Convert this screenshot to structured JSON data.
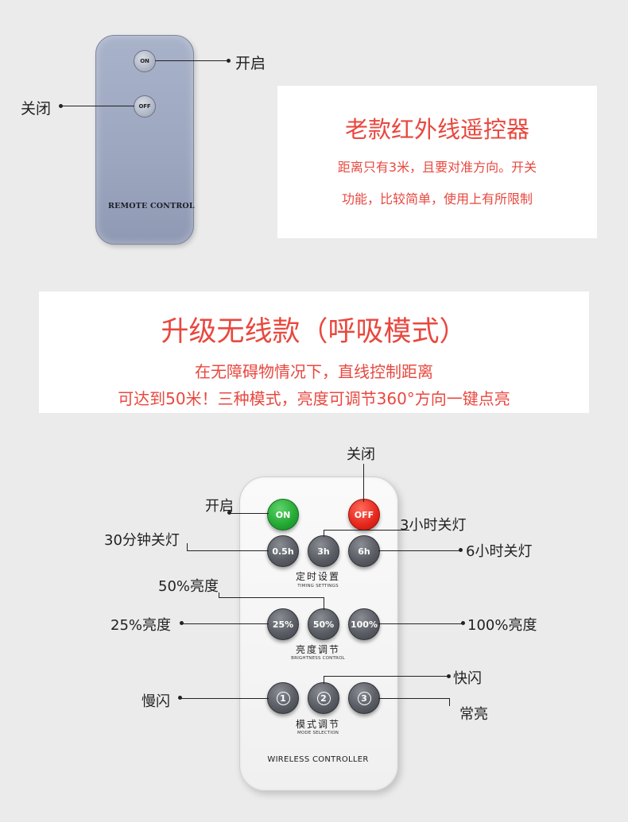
{
  "old_remote": {
    "on_button": "ON",
    "off_button": "OFF",
    "brand": "REMOTE CONTROL",
    "label_on": "开启",
    "label_off": "关闭",
    "color": "#9ca6bf"
  },
  "old_info": {
    "title": "老款红外线遥控器",
    "line1": "距离只有3米，且要对准方向。开关",
    "line2": "功能，比较简单，使用上有所限制"
  },
  "new_info": {
    "title": "升级无线款（呼吸模式）",
    "line1": "在无障碍物情况下，直线控制距离",
    "line2": "可达到50米！三种模式，亮度可调节360°方向一键点亮"
  },
  "new_remote": {
    "brand": "WIRELESS CONTROLLER",
    "on_button": "ON",
    "off_button": "OFF",
    "timer": {
      "buttons": [
        "0.5h",
        "3h",
        "6h"
      ],
      "title_cn": "定时设置",
      "title_en": "TIMING SETTINGS"
    },
    "brightness": {
      "buttons": [
        "25%",
        "50%",
        "100%"
      ],
      "title_cn": "亮度调节",
      "title_en": "BRIGHTNESS CONTROL"
    },
    "mode": {
      "buttons": [
        "1",
        "2",
        "3"
      ],
      "title_cn": "模式调节",
      "title_en": "MODE SELECTION"
    },
    "labels": {
      "off": "关闭",
      "on": "开启",
      "three_hours": "3小时关灯",
      "thirty_min": "30分钟关灯",
      "six_hours": "6小时关灯",
      "fifty": "50%亮度",
      "twenty_five": "25%亮度",
      "hundred": "100%亮度",
      "fast_flash": "快闪",
      "slow_flash": "慢闪",
      "steady": "常亮"
    },
    "colors": {
      "on": "#22a833",
      "off": "#e5261b",
      "keys": "#5a5d64"
    }
  },
  "accent_color": "#e8483f"
}
